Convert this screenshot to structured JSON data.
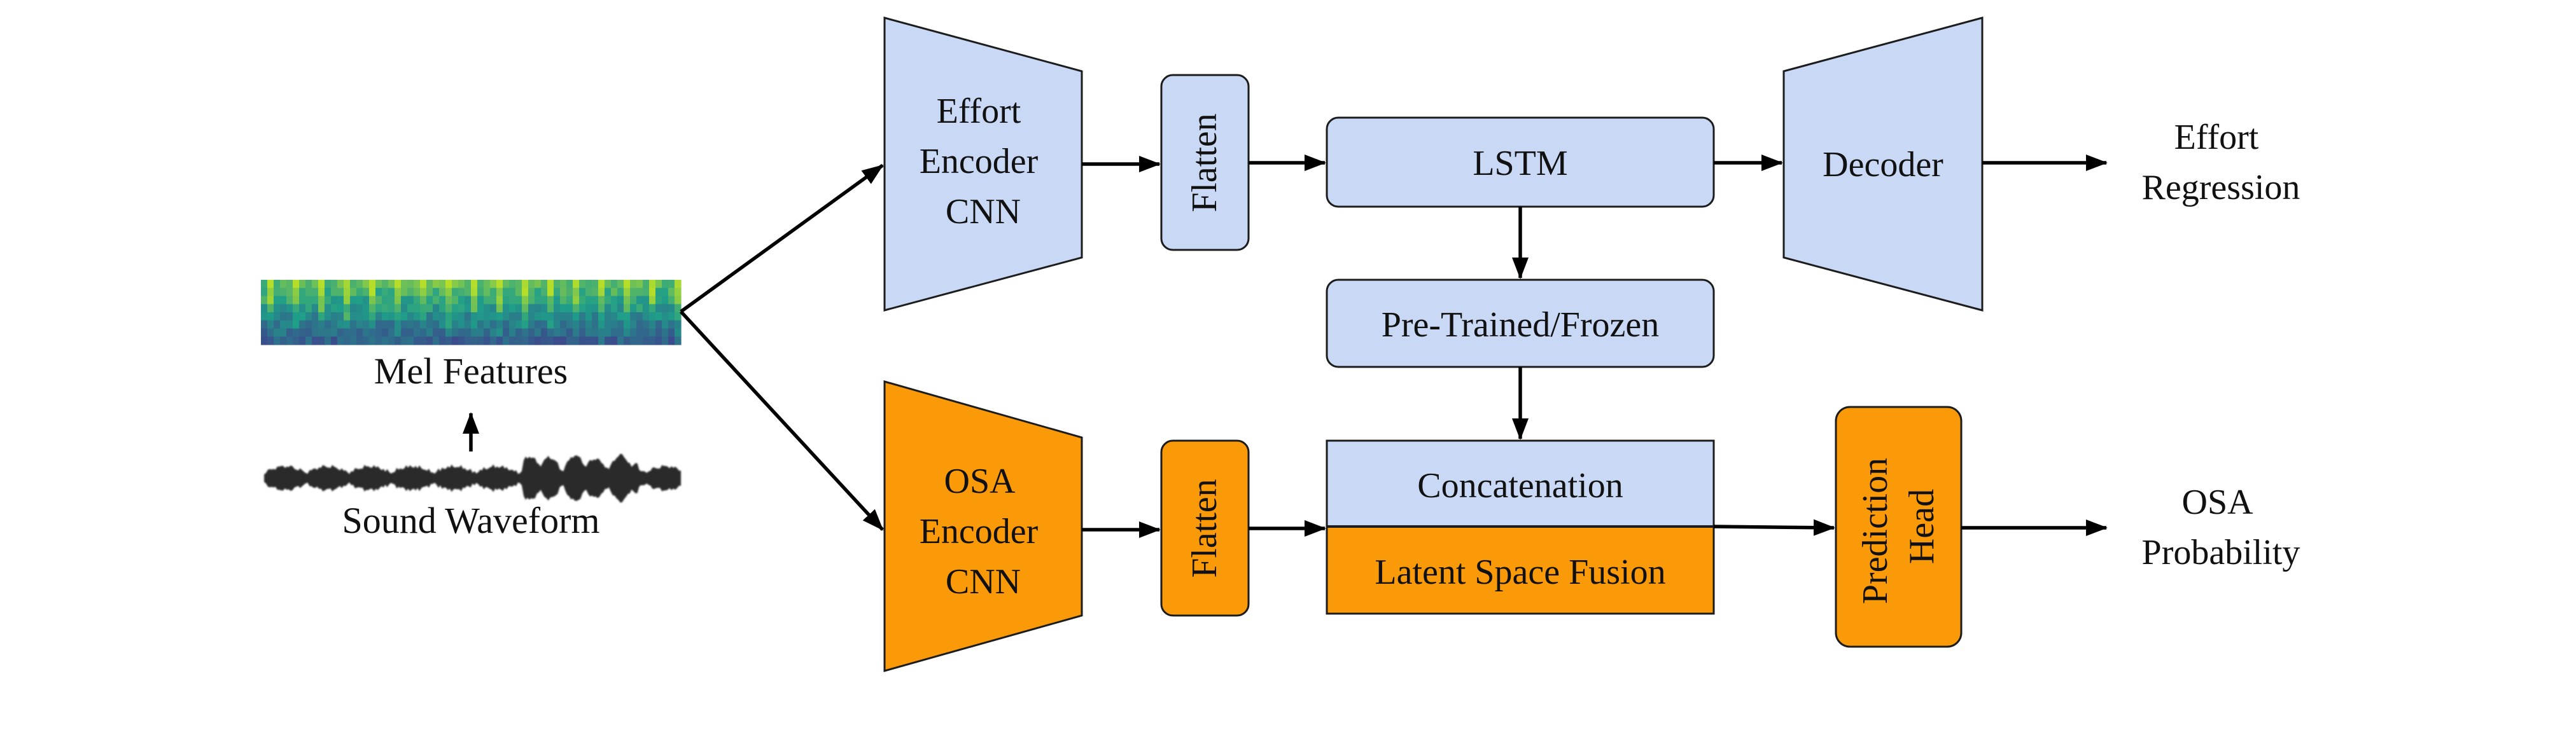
{
  "colors": {
    "effort_fill": "#c9d9f5",
    "osa_fill": "#fa9a09",
    "stroke": "#1c1c1c",
    "arrow": "#000000",
    "mel_low": "#3b4a8c",
    "mel_mid": "#1f9e89",
    "mel_high": "#b5de2b"
  },
  "input": {
    "mel_label": "Mel Features",
    "waveform_label": "Sound Waveform"
  },
  "effort_branch": {
    "encoder": [
      "Effort",
      "Encoder",
      "CNN"
    ],
    "flatten": "Flatten",
    "lstm": "LSTM",
    "decoder": "Decoder",
    "output": [
      "Effort",
      "Regression"
    ]
  },
  "bridge": {
    "frozen": "Pre-Trained/Frozen"
  },
  "osa_branch": {
    "encoder": [
      "OSA",
      "Encoder",
      "CNN"
    ],
    "flatten": "Flatten",
    "concat": "Concatenation",
    "fusion": "Latent Space Fusion",
    "head": [
      "Prediction",
      "Head"
    ],
    "output": [
      "OSA",
      "Probability"
    ]
  }
}
